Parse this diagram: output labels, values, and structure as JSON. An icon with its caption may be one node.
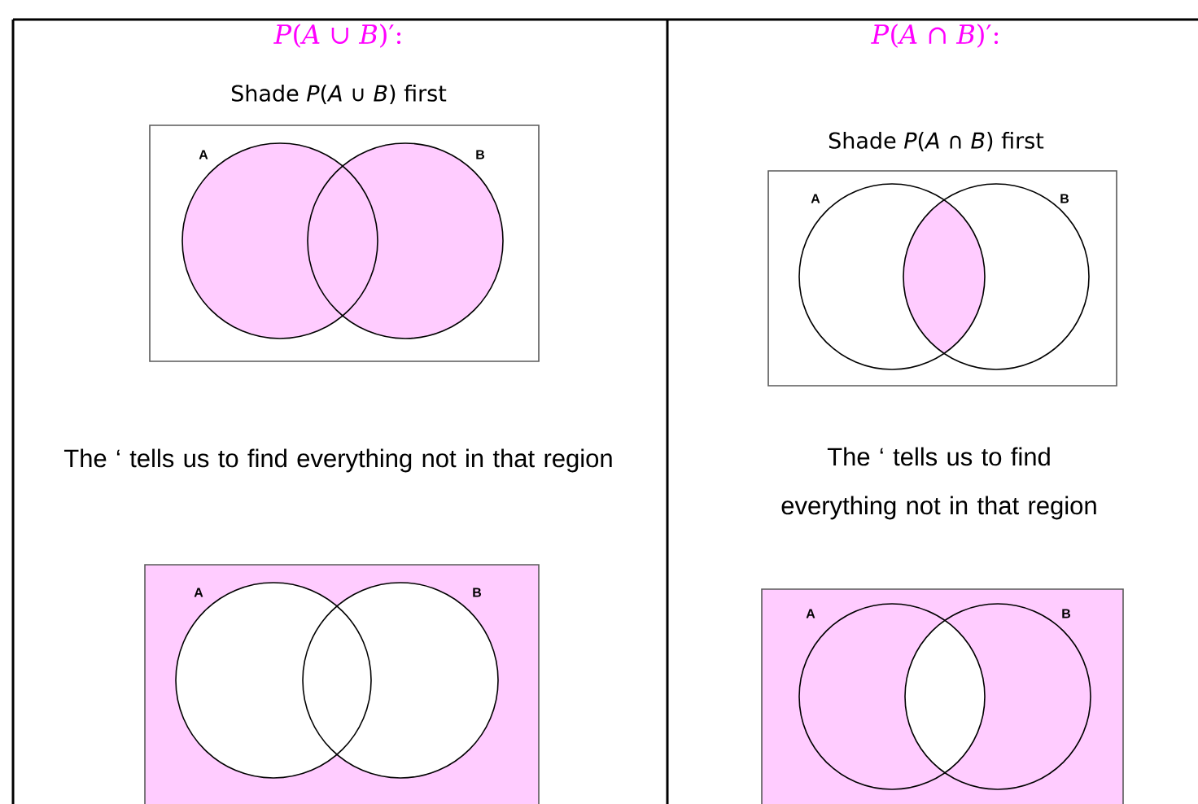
{
  "diagram": {
    "labels": [
      "*P*(*A* ∪ *B*)′:",
      "Shade *P*(*A* ∪ *B*) first",
      "A",
      "B",
      "The ‘ tells us to find everything not in that region",
      "A",
      "B",
      "*P*(*A* ∩ *B*)′:",
      "Shade *P*(*A* ∩ *B*) first",
      "A",
      "B",
      "The ‘ tells us to find everything not in that region",
      "A",
      "B"
    ]
  }
}
